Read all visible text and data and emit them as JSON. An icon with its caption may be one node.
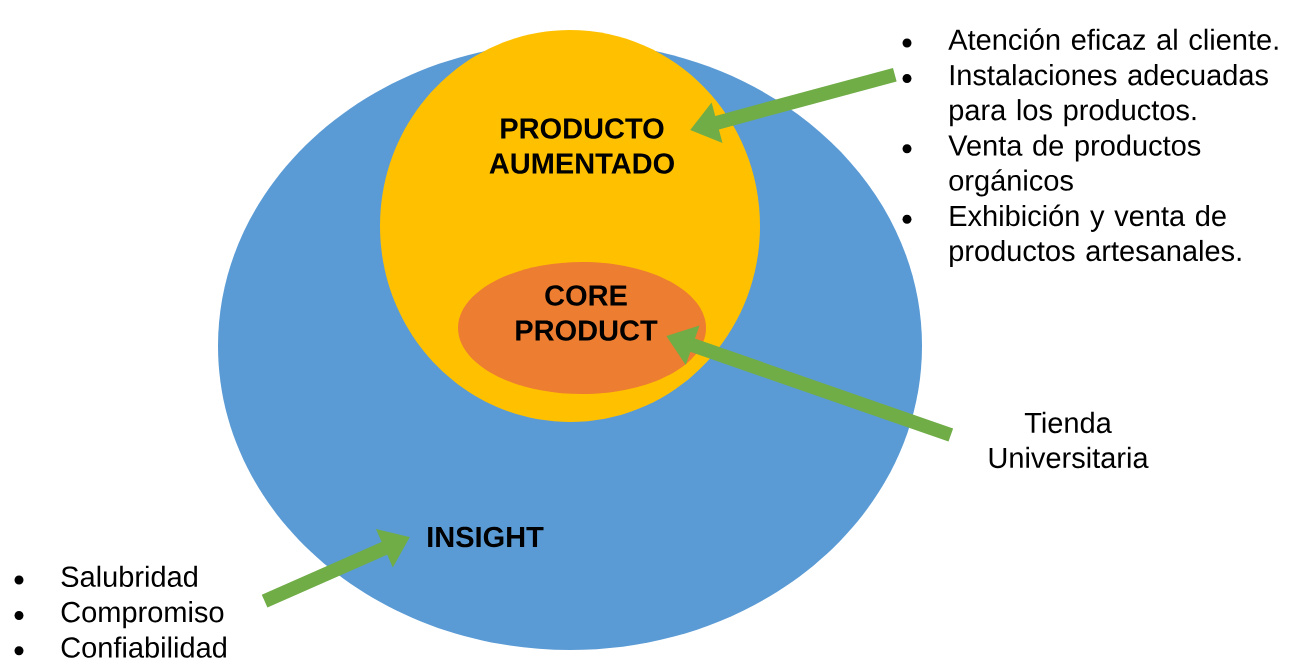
{
  "diagram": {
    "nodes": [
      {
        "text": [
          "INSIGHT"
        ]
      },
      {
        "text": [
          "PRODUCTO AUMENTADO"
        ],
        "in": 0
      },
      {
        "text": [
          "CORE PRODUCT"
        ],
        "in": 1
      },
      {
        "text": [
          "Atención eficaz al cliente.",
          "Instalaciones adecuadas para los productos.",
          "Venta de productos orgánicos",
          "Exhibición y venta de productos artesanales."
        ]
      },
      {
        "text": [
          "Tienda Universitaria"
        ]
      },
      {
        "text": [
          "Salubridad",
          "Compromiso",
          "Confiabilidad"
        ]
      }
    ],
    "edges": [
      {
        "from": 3,
        "to": 1,
        "arrow": "to"
      },
      {
        "from": 4,
        "to": 2,
        "arrow": "to"
      },
      {
        "from": 5,
        "to": 0,
        "arrow": "to"
      }
    ]
  }
}
